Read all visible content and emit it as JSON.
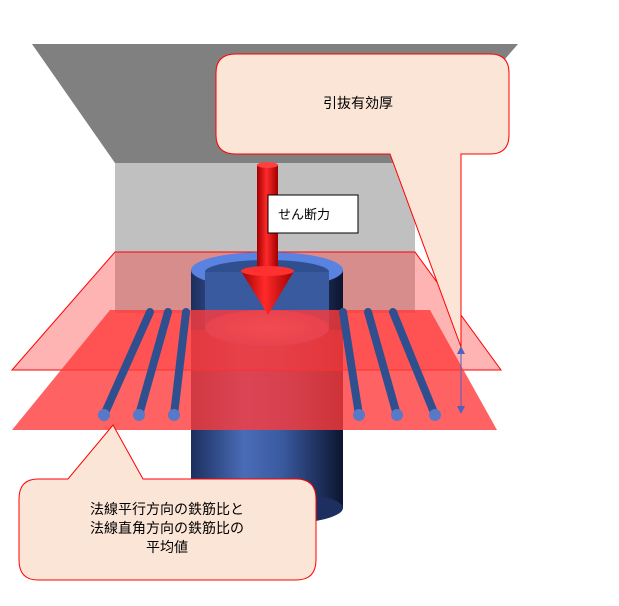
{
  "callouts": {
    "effective_thickness": "引抜有効厚",
    "shear_force": "せん断力",
    "rebar_ratio_line1": "法線平行方向の鉄筋比と",
    "rebar_ratio_line2": "法線直角方向の鉄筋比の",
    "rebar_ratio_line3": "平均値"
  },
  "colors": {
    "slab_top": "#808080",
    "wall": "#c0c0c0",
    "plane_fill": "#ff3b3b",
    "plane_edge": "#ff0000",
    "rebar": "#2f4f8f",
    "rebar_end": "#5878c8",
    "column": "#2d4a85",
    "arrow": "#e00000",
    "callout_fill": "#fbe5d6",
    "callout_edge": "#ff0000",
    "dimension": "#5060c0"
  }
}
